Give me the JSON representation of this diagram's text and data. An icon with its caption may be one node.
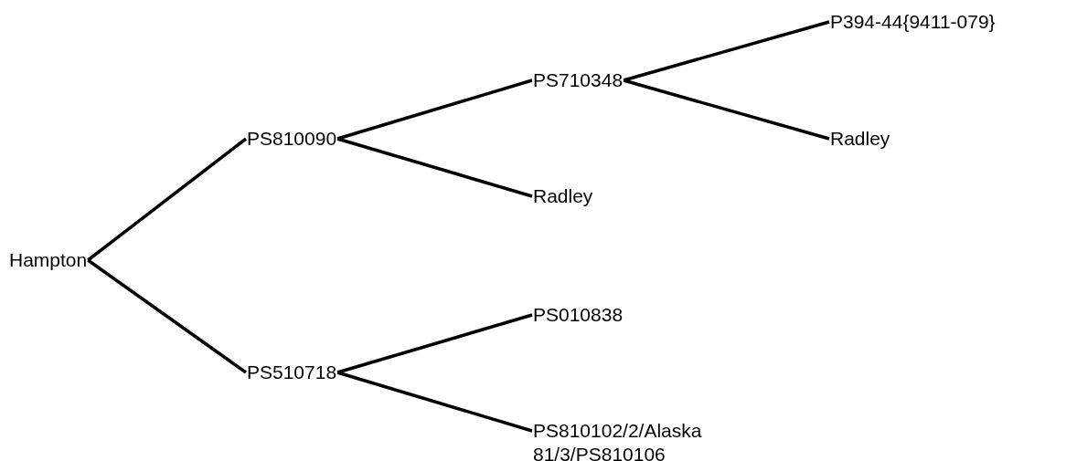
{
  "diagram": {
    "nodes": [
      {
        "text": [
          "Hampton"
        ]
      },
      {
        "text": [
          "PS810090"
        ]
      },
      {
        "text": [
          "PS510718"
        ]
      },
      {
        "text": [
          "PS710348"
        ]
      },
      {
        "text": [
          "Radley"
        ]
      },
      {
        "text": [
          "PS010838"
        ]
      },
      {
        "text": [
          "PS810102/2/Alaska 81/3/PS810106"
        ]
      },
      {
        "text": [
          "P394-44{9411-079}"
        ]
      },
      {
        "text": [
          "Radley"
        ]
      }
    ],
    "edges": [
      {
        "from": 0,
        "to": 1,
        "arrow": "none"
      },
      {
        "from": 0,
        "to": 2,
        "arrow": "none"
      },
      {
        "from": 1,
        "to": 3,
        "arrow": "none"
      },
      {
        "from": 1,
        "to": 4,
        "arrow": "none"
      },
      {
        "from": 2,
        "to": 5,
        "arrow": "none"
      },
      {
        "from": 2,
        "to": 6,
        "arrow": "none"
      },
      {
        "from": 3,
        "to": 7,
        "arrow": "none"
      },
      {
        "from": 3,
        "to": 8,
        "arrow": "none"
      }
    ]
  }
}
